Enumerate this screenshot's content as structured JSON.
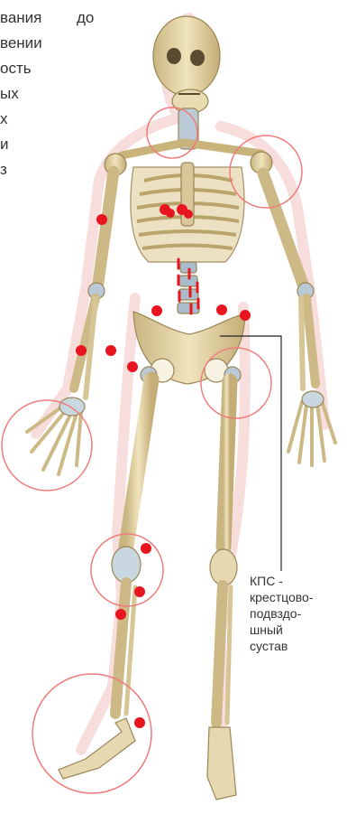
{
  "text_fragments": [
    "вания",
    "до",
    "вении",
    "ость",
    "ых",
    "х",
    "и",
    "з"
  ],
  "callout": {
    "lines": [
      "КПС -",
      "крестцово-",
      "подвздо-",
      "шный",
      "сустав"
    ]
  },
  "colors": {
    "bone": "#e7d7a8",
    "bone_shadow": "#b9a56c",
    "joint_blue": "#9fb5c7",
    "marker": "#e8141f",
    "circle": "#f08080",
    "halo": "#f5c4c4",
    "leader": "#222222"
  },
  "icons": [
    "skeleton-figure",
    "red-dot-marker",
    "circle-highlight"
  ]
}
